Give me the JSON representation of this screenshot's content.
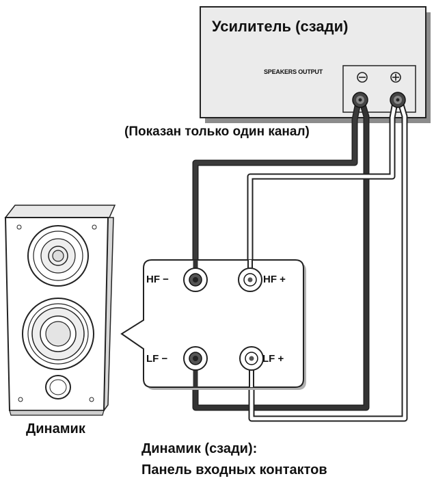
{
  "amplifier": {
    "title": "Усилитель (сзади)",
    "output_label": "SPEAKERS OUTPUT",
    "minus_symbol": "−",
    "plus_symbol": "+"
  },
  "note": "(Показан только один канал)",
  "speaker": {
    "caption": "Динамик"
  },
  "rear_panel": {
    "caption_line1": "Динамик (сзади):",
    "caption_line2": "Панель входных контактов",
    "terminals": {
      "hf_minus": "HF −",
      "hf_plus": "HF +",
      "lf_minus": "LF −",
      "lf_plus": "LF +"
    }
  },
  "colors": {
    "amp_body": "#ebebeb",
    "outline": "#222222",
    "cable_dark": "#333333",
    "cable_light": "#ffffff"
  }
}
